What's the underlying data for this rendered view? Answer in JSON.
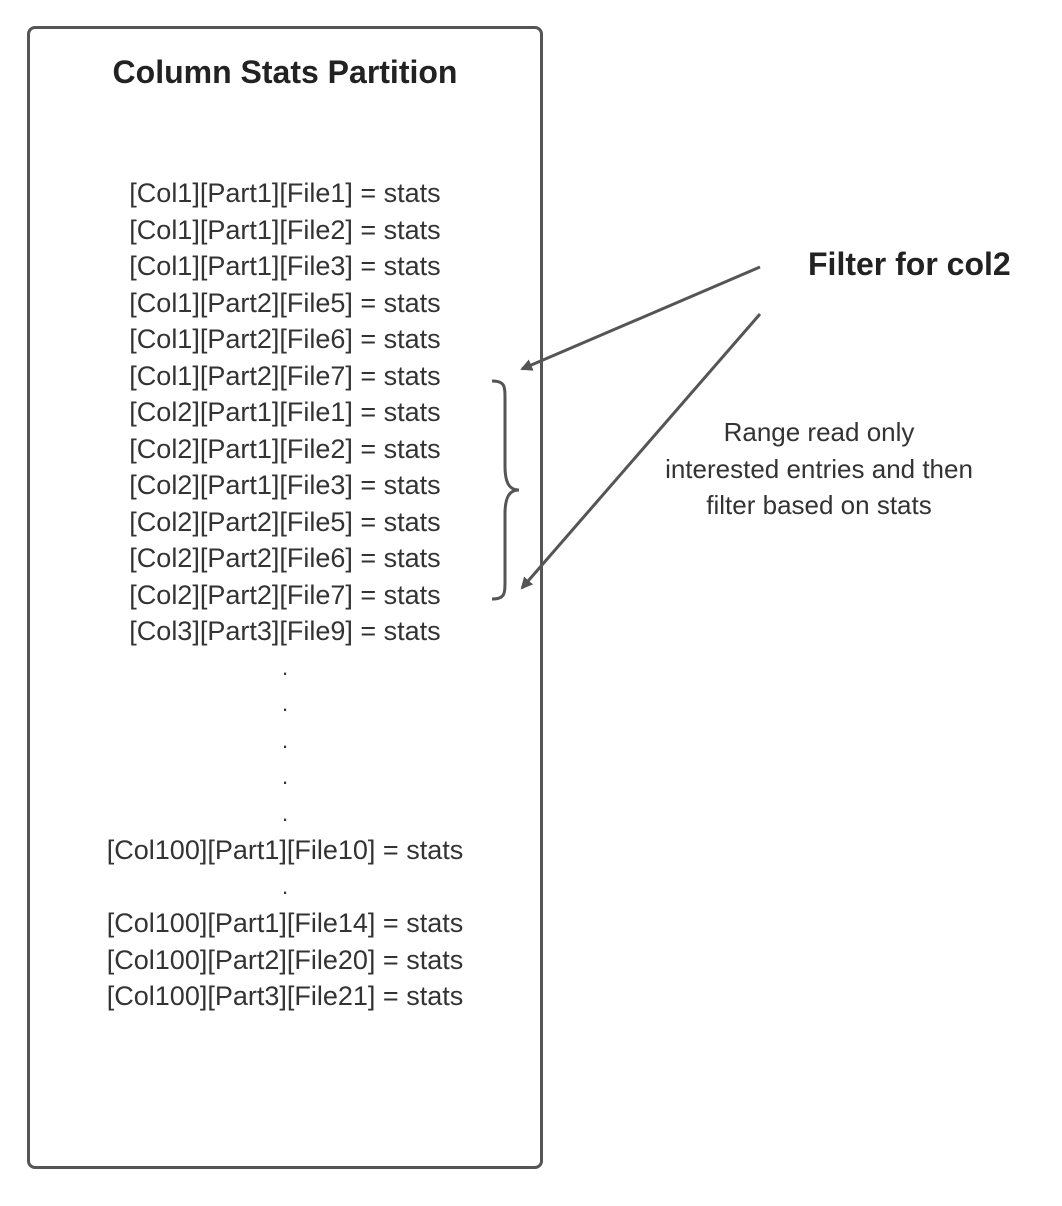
{
  "title": "Column Stats Partition",
  "entries": [
    "[Col1][Part1][File1] = stats",
    "[Col1][Part1][File2] = stats",
    "[Col1][Part1][File3] = stats",
    "[Col1][Part2][File5] = stats",
    "[Col1][Part2][File6] = stats",
    "[Col1][Part2][File7] = stats",
    "[Col2][Part1][File1] = stats",
    "[Col2][Part1][File2] = stats",
    "[Col2][Part1][File3] = stats",
    "[Col2][Part2][File5] = stats",
    "[Col2][Part2][File6] = stats",
    "[Col2][Part2][File7] = stats",
    "[Col3][Part3][File9] = stats",
    ".",
    ".",
    ".",
    ".",
    ".",
    "[Col100][Part1][File10] = stats",
    ".",
    "[Col100][Part1][File14] = stats",
    "[Col100][Part2][File20] = stats",
    "[Col100][Part3][File21] = stats"
  ],
  "filter_label": "Filter for col2",
  "range_note": "Range read only interested entries and then filter based on stats",
  "colors": {
    "line": "#555555",
    "text": "#333333",
    "heading": "#222222"
  }
}
